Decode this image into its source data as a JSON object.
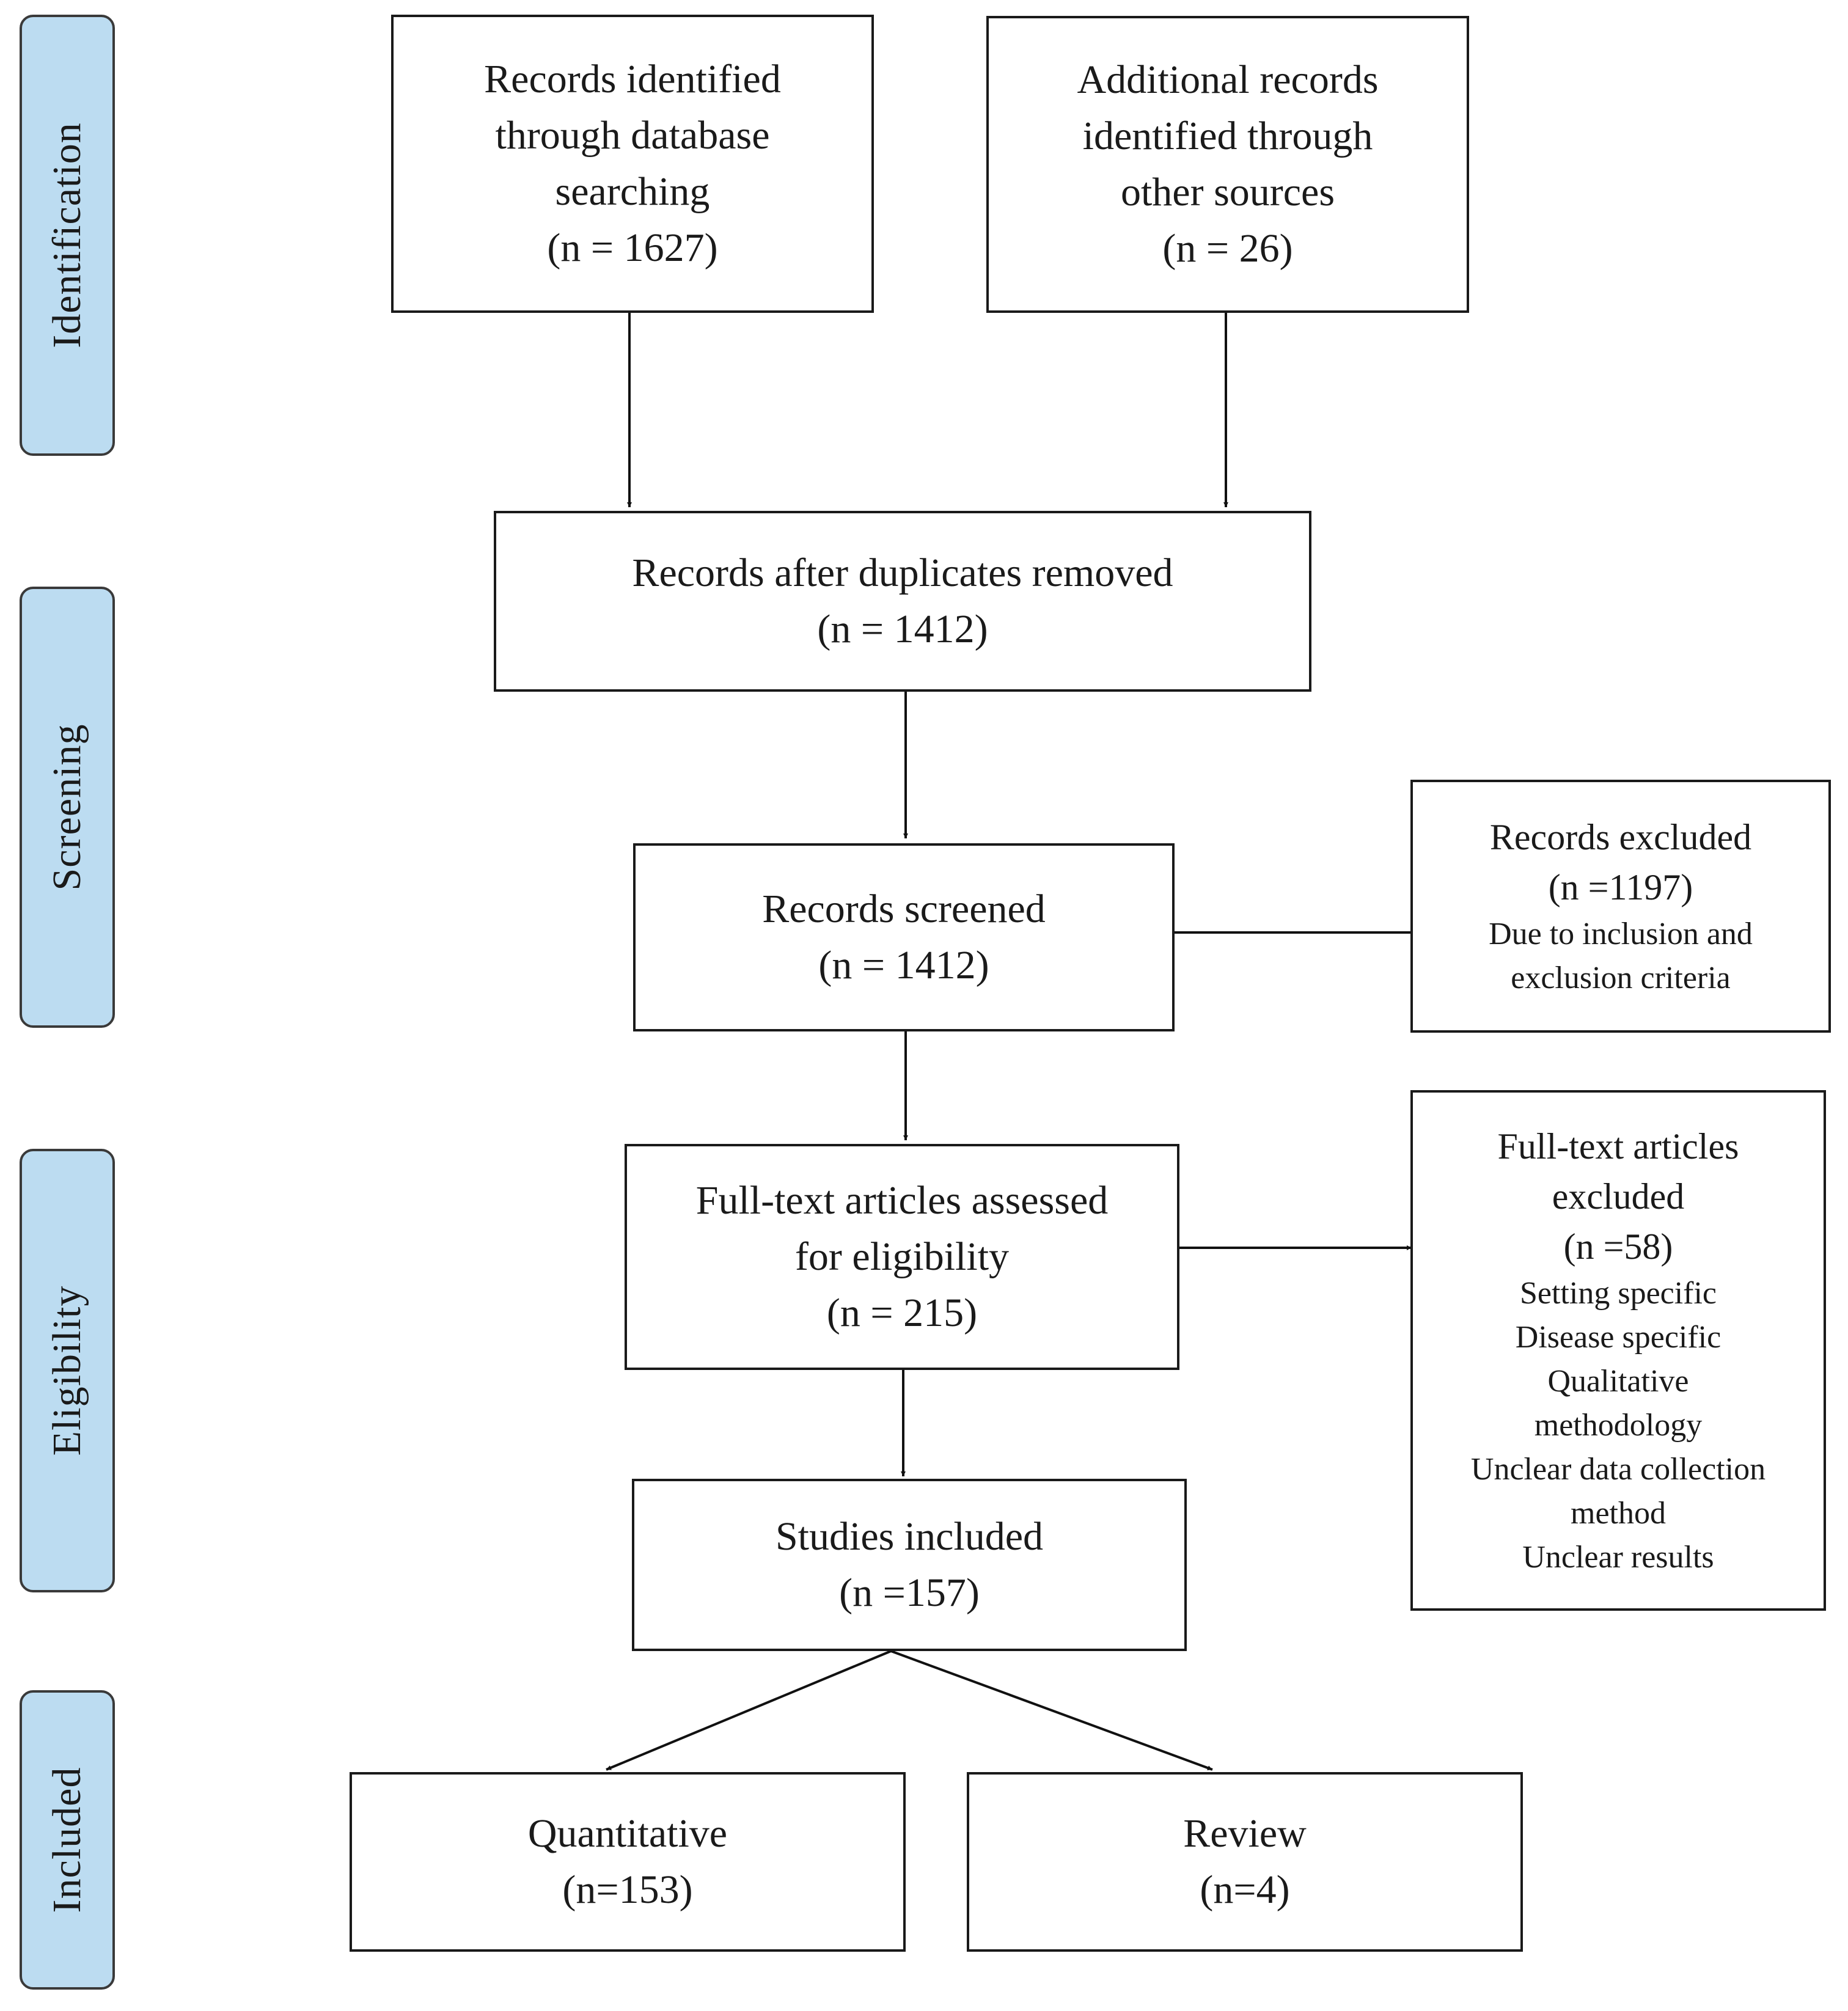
{
  "phases": {
    "identification": "Identification",
    "screening": "Screening",
    "eligibility": "Eligibility",
    "included": "Included"
  },
  "boxes": {
    "database": {
      "lines": [
        "Records identified",
        "through database",
        "searching",
        "(n = 1627)"
      ]
    },
    "other_sources": {
      "lines": [
        "Additional records",
        "identified through",
        "other sources",
        "(n = 26)"
      ]
    },
    "after_duplicates": {
      "lines": [
        "Records after duplicates removed",
        "(n = 1412)"
      ]
    },
    "screened": {
      "lines": [
        "Records screened",
        "(n = 1412)"
      ]
    },
    "excluded": {
      "title": "Records excluded",
      "count": "(n =1197)",
      "reasons": [
        "Due to inclusion and",
        "exclusion criteria"
      ]
    },
    "full_text": {
      "lines": [
        "Full-text articles assessed",
        "for eligibility",
        "(n = 215)"
      ]
    },
    "full_text_excluded": {
      "title_lines": [
        "Full-text articles",
        "excluded"
      ],
      "count": "(n =58)",
      "reasons": [
        "Setting specific",
        "Disease specific",
        "Qualitative",
        "methodology",
        "Unclear data collection",
        "method",
        "Unclear results"
      ]
    },
    "included": {
      "lines": [
        "Studies included",
        "(n =157)"
      ]
    },
    "quantitative": {
      "lines": [
        "Quantitative",
        "(n=153)"
      ]
    },
    "review": {
      "lines": [
        "Review",
        "(n=4)"
      ]
    }
  }
}
